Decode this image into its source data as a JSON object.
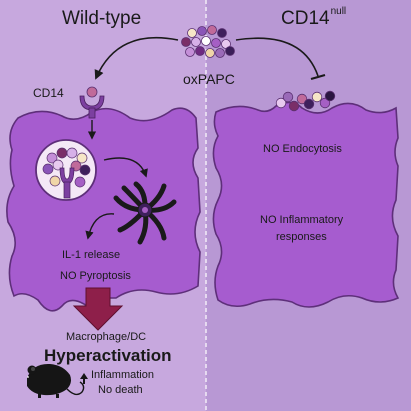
{
  "labels": {
    "wild_type": "Wild-type",
    "cd14_null_base": "CD14",
    "cd14_null_sup": "null",
    "oxpapc": "oxPAPC",
    "cd14": "CD14",
    "il1_release": "IL-1 release",
    "no_pyroptosis": "NO Pyroptosis",
    "no_endocytosis": "NO Endocytosis",
    "no_inflammatory_1": "NO Inflammatory",
    "no_inflammatory_2": "responses",
    "macrophage_dc": "Macrophage/DC",
    "hyperactivation": "Hyperactivation",
    "inflammation": "Inflammation",
    "no_death": "No death"
  },
  "colors": {
    "left_panel": "#c7a8de",
    "right_panel": "#b898d4",
    "cell_fill": "#a65ccf",
    "cell_stroke": "#5e2f7a",
    "arrow_fill": "#8e1f4a",
    "receptor": "#7c3fa0",
    "vesicle": "#f4e8f6",
    "mouse": "#151515"
  },
  "icons": {
    "up_arrow": "up-arrow-icon",
    "mouse": "mouse-icon",
    "inflammasome": "inflammasome-icon",
    "receptor": "cd14-receptor-icon",
    "lipid_cluster": "oxpapc-cluster-icon"
  }
}
